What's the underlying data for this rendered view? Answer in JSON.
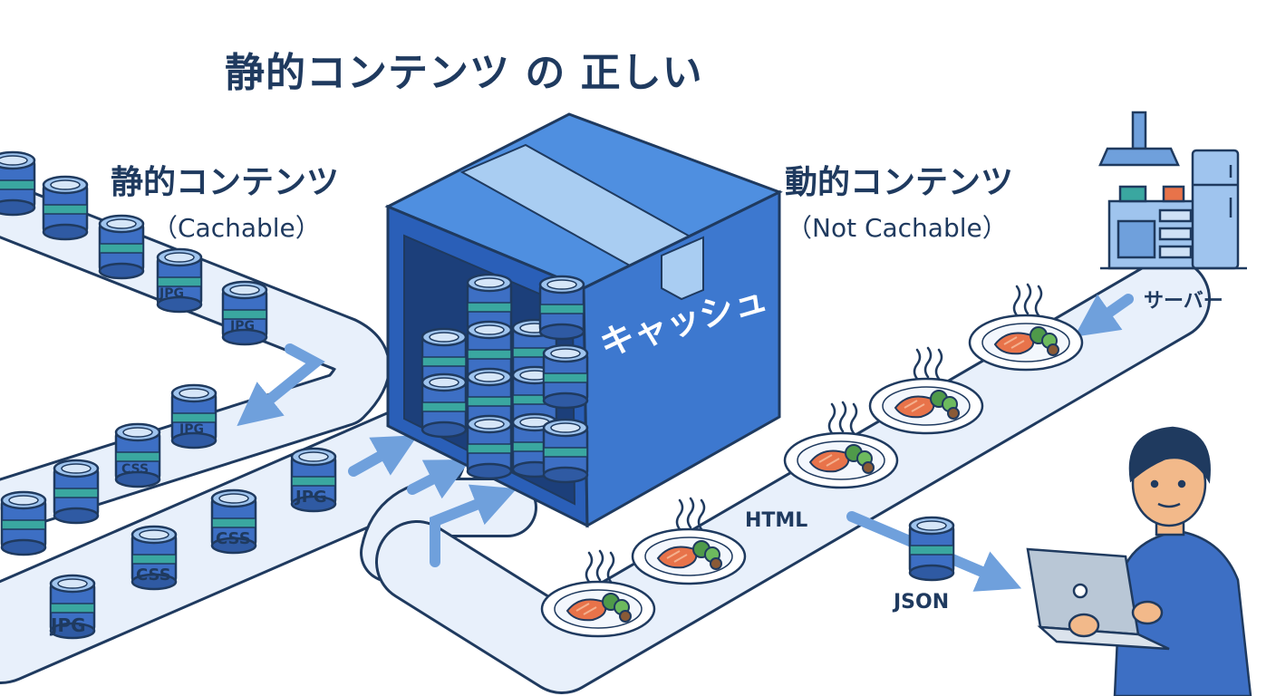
{
  "title": "静的コンテンツ の 正しい",
  "static": {
    "heading": "静的コンテンツ",
    "sub": "（Cachable）"
  },
  "dynamic": {
    "heading": "動的コンテンツ",
    "sub": "（Not Cachable）"
  },
  "box_label": "キャッシュ",
  "server_label": "サーバー",
  "html_label": "HTML",
  "json_label": "JSON",
  "can_labels": [
    "JPG",
    "JPG",
    "JPG",
    "CSS",
    "JPG",
    "CSS",
    "CSS",
    "JPG"
  ],
  "colors": {
    "ink": "#1f3a5f",
    "belt": "#e8f0fb",
    "box_front": "#2a5fb8",
    "box_side": "#3d78cf",
    "box_top": "#4f8fe0",
    "tape": "#a9cdf2",
    "can_teal": "#3aa7a0",
    "can_blue": "#3d6fc4",
    "salmon": "#e8734a",
    "greens": "#4f9a4a"
  }
}
